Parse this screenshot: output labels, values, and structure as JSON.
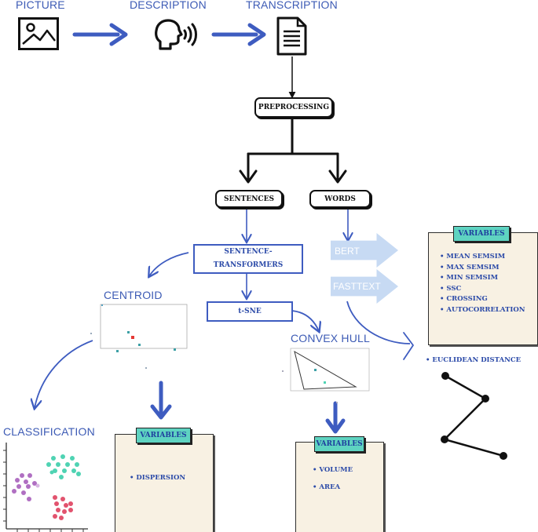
{
  "headers": {
    "picture": "PICTURE",
    "description": "DESCRIPTION",
    "transcription": "TRANSCRIPTION"
  },
  "nodes": {
    "preprocessing": "PREPROCESSING",
    "sentences": "SENTENCES",
    "words": "WORDS",
    "sentence_transformers_line1": "SENTENCE-",
    "sentence_transformers_line2": "TRANSFORMERS",
    "tsne": "t-SNE",
    "bert": "BERT",
    "fasttext": "FASTTEXT"
  },
  "section_labels": {
    "centroid": "CENTROID",
    "convex_hull": "CONVEX HULL",
    "classification": "CLASSIFICATION"
  },
  "panels": {
    "words_variables": {
      "title": "VARIABLES",
      "items": [
        "MEAN SEMSIM",
        "MAX SEMSIM",
        "MIN SEMSIM",
        "SSC",
        "CROSSING",
        "AUTOCORRELATION"
      ]
    },
    "centroid_variables": {
      "title": "VARIABLES",
      "items": [
        "DISPERSION"
      ]
    },
    "hull_variables": {
      "title": "VARIABLES",
      "items": [
        "VOLUME",
        "AREA"
      ]
    }
  },
  "euclidean": "EUCLIDEAN DISTANCE",
  "icons": [
    "image-icon",
    "speaking-head-icon",
    "document-icon"
  ],
  "colors": {
    "blue": "#3d5bb5",
    "teal": "#5ed3c1",
    "note_bg": "#f8f1e3",
    "light_arrow": "#c7daf3",
    "centroid_red": "#e53935",
    "cluster_purple": "#b06fc2",
    "cluster_teal": "#4fd3b3",
    "cluster_red": "#e2536e"
  }
}
